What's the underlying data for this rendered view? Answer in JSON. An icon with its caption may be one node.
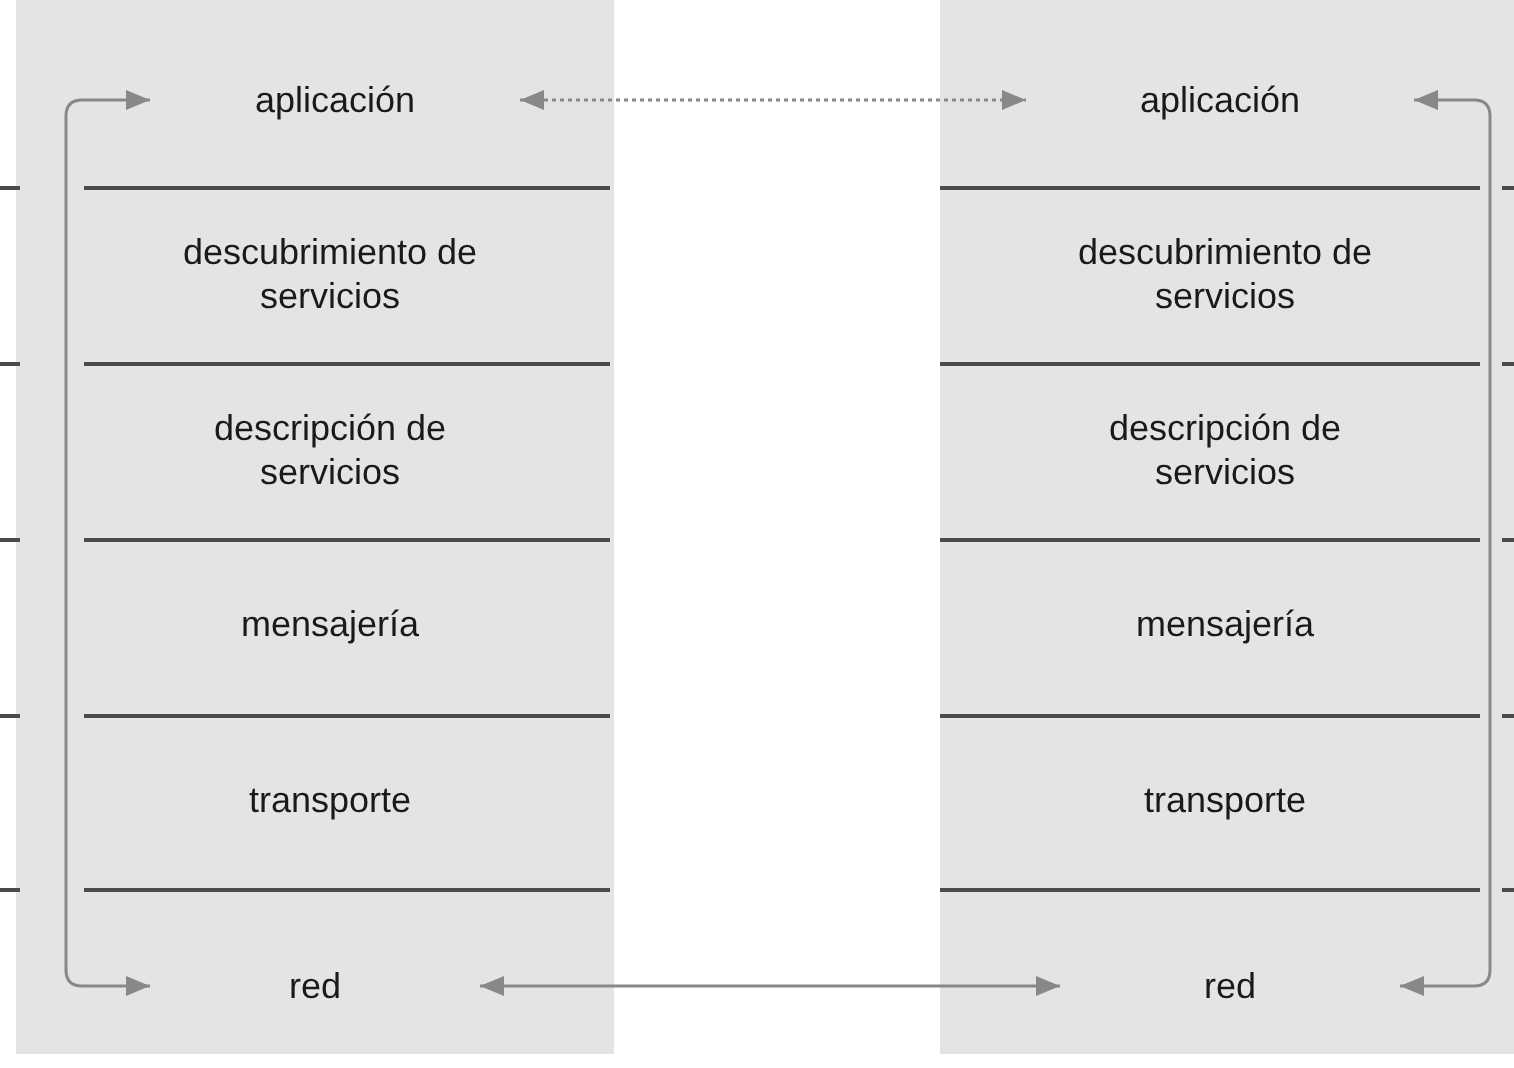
{
  "diagram": {
    "nodes": [
      {
        "text": [
          "aplicación"
        ]
      },
      {
        "text": [
          "descubrimiento de servicios"
        ]
      },
      {
        "text": [
          "descripción de servicios"
        ]
      },
      {
        "text": [
          "mensajería"
        ]
      },
      {
        "text": [
          "transporte"
        ]
      },
      {
        "text": [
          "red"
        ]
      },
      {
        "text": [
          "aplicación"
        ]
      },
      {
        "text": [
          "descubrimiento de servicios"
        ]
      },
      {
        "text": [
          "descripción de servicios"
        ]
      },
      {
        "text": [
          "mensajería"
        ]
      },
      {
        "text": [
          "transporte"
        ]
      },
      {
        "text": [
          "red"
        ]
      }
    ],
    "edges": [
      {
        "from": 0,
        "to": 5,
        "arrow": "both"
      },
      {
        "from": 0,
        "to": 6,
        "arrow": "both",
        "style": "dashed"
      },
      {
        "from": 5,
        "to": 11,
        "arrow": "both"
      },
      {
        "from": 6,
        "to": 11,
        "arrow": "both"
      }
    ]
  }
}
